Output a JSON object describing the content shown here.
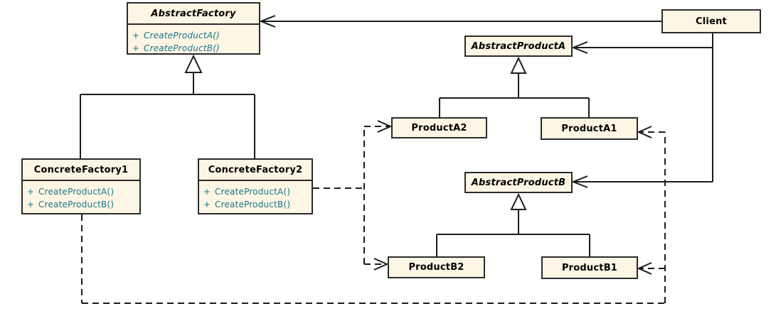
{
  "diagram": {
    "kind": "uml-class-diagram",
    "pattern": "Abstract Factory"
  },
  "colors": {
    "background": "#ffffff",
    "class_fill": "#fdf6e4",
    "class_border": "#2b2b2b",
    "title_text": "#000000",
    "operation_text": "#1c7587",
    "connector": "#1c1c1c"
  },
  "classes": [
    {
      "id": "abstract-factory",
      "name": "AbstractFactory",
      "abstract": true,
      "methods": [
        {
          "vis": "+",
          "sig": "CreateProductA()"
        },
        {
          "vis": "+",
          "sig": "CreateProductB()"
        }
      ]
    },
    {
      "id": "client",
      "name": "Client",
      "abstract": false,
      "methods": []
    },
    {
      "id": "abstract-product-a",
      "name": "AbstractProductA",
      "abstract": true,
      "methods": []
    },
    {
      "id": "product-a2",
      "name": "ProductA2",
      "abstract": false,
      "methods": []
    },
    {
      "id": "product-a1",
      "name": "ProductA1",
      "abstract": false,
      "methods": []
    },
    {
      "id": "concrete-factory-1",
      "name": "ConcreteFactory1",
      "abstract": false,
      "methods": [
        {
          "vis": "+",
          "sig": "CreateProductA()"
        },
        {
          "vis": "+",
          "sig": "CreateProductB()"
        }
      ]
    },
    {
      "id": "concrete-factory-2",
      "name": "ConcreteFactory2",
      "abstract": false,
      "methods": [
        {
          "vis": "+",
          "sig": "CreateProductA()"
        },
        {
          "vis": "+",
          "sig": "CreateProductB()"
        }
      ]
    },
    {
      "id": "abstract-product-b",
      "name": "AbstractProductB",
      "abstract": true,
      "methods": []
    },
    {
      "id": "product-b2",
      "name": "ProductB2",
      "abstract": false,
      "methods": []
    },
    {
      "id": "product-b1",
      "name": "ProductB1",
      "abstract": false,
      "methods": []
    }
  ],
  "relationships": [
    {
      "from": "Client",
      "to": "AbstractFactory",
      "type": "association",
      "style": "solid-open-arrow"
    },
    {
      "from": "Client",
      "to": "AbstractProductA",
      "type": "association",
      "style": "solid-open-arrow"
    },
    {
      "from": "Client",
      "to": "AbstractProductB",
      "type": "association",
      "style": "solid-open-arrow"
    },
    {
      "from": "ConcreteFactory1",
      "to": "AbstractFactory",
      "type": "generalization",
      "style": "solid-hollow-triangle"
    },
    {
      "from": "ConcreteFactory2",
      "to": "AbstractFactory",
      "type": "generalization",
      "style": "solid-hollow-triangle"
    },
    {
      "from": "ProductA2",
      "to": "AbstractProductA",
      "type": "generalization",
      "style": "solid-hollow-triangle"
    },
    {
      "from": "ProductA1",
      "to": "AbstractProductA",
      "type": "generalization",
      "style": "solid-hollow-triangle"
    },
    {
      "from": "ProductB2",
      "to": "AbstractProductB",
      "type": "generalization",
      "style": "solid-hollow-triangle"
    },
    {
      "from": "ProductB1",
      "to": "AbstractProductB",
      "type": "generalization",
      "style": "solid-hollow-triangle"
    },
    {
      "from": "ConcreteFactory2",
      "to": "ProductA2",
      "type": "dependency",
      "style": "dashed-open-arrow"
    },
    {
      "from": "ConcreteFactory2",
      "to": "ProductB2",
      "type": "dependency",
      "style": "dashed-open-arrow"
    },
    {
      "from": "ConcreteFactory1",
      "to": "ProductA1",
      "type": "dependency",
      "style": "dashed-open-arrow"
    },
    {
      "from": "ConcreteFactory1",
      "to": "ProductB1",
      "type": "dependency",
      "style": "dashed-open-arrow"
    }
  ]
}
